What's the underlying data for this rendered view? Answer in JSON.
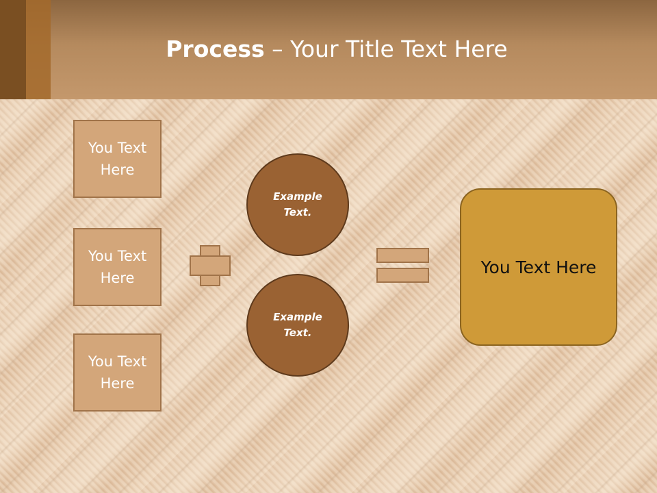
{
  "header": {
    "title_bold": "Process",
    "title_rest": " – Your Title Text Here"
  },
  "left_boxes": [
    {
      "text": "You Text\nHere"
    },
    {
      "text": "You Text\nHere"
    },
    {
      "text": "You Text\nHere"
    }
  ],
  "circles": [
    {
      "text": "Example\nText."
    },
    {
      "text": "Example\nText."
    }
  ],
  "result": {
    "text": "You Text Here"
  },
  "colors": {
    "box_fill": "#d3a67a",
    "circle_fill": "#9a6233",
    "result_fill": "#cf9a38",
    "header": "#b58a5e"
  }
}
